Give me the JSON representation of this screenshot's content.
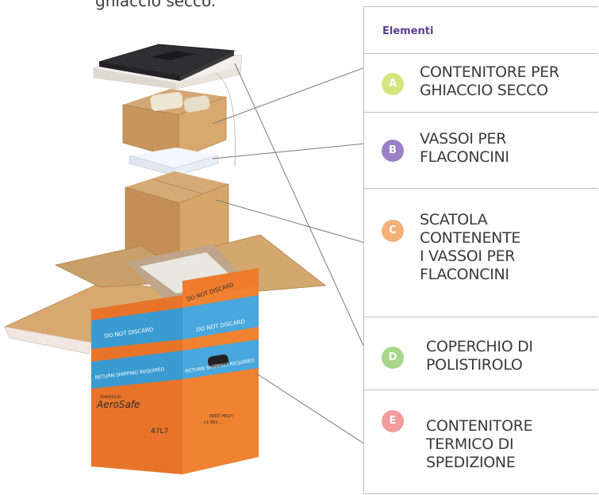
{
  "caption": "ghiaccio secco.",
  "legend": {
    "title": "Elementi",
    "items": [
      {
        "letter": "A",
        "label": "CONTENITORE PER\nGHIACCIO SECCO",
        "color": "#d4e57f"
      },
      {
        "letter": "B",
        "label": "VASSOI PER\nFLACONCINI",
        "color": "#9b80c6"
      },
      {
        "letter": "C",
        "label": "SCATOLA\nCONTENENTE\nI VASSOI PER\nFLACONCINI",
        "color": "#f5b07a"
      },
      {
        "letter": "D",
        "label": "COPERCHIO DI\nPOLISTIROLO",
        "color": "#a8d68a"
      },
      {
        "letter": "E",
        "label": "CONTENITORE\nTERMICO DI\nSPEDIZIONE",
        "color": "#f29c9c"
      }
    ]
  },
  "box_print": {
    "band1": "DO NOT DISCARD",
    "band1_side": "DO NOT DISCARD",
    "band2": "RETURN SHIPPING REQUIRED",
    "band2_side": "RETURN SHIPPING REQUIRED",
    "lid_stamp": "DO NOT DISCARD",
    "brand": "AeroSafe",
    "brand_small": "POWERED BY",
    "model": "47L7",
    "help_line1": "NEED HELP?",
    "help_line2": "+1 855-..."
  }
}
